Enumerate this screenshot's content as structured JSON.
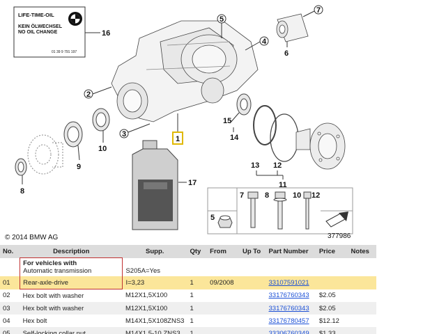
{
  "sticker": {
    "line1": "LIFE-TIME-OIL",
    "line2": "KEIN ÖLWECHSEL",
    "line3": "NO OIL CHANGE",
    "partno": "01 39 9 791 197"
  },
  "callouts": {
    "c1": "1",
    "c2": "2",
    "c3": "3",
    "c4": "4",
    "c5": "5",
    "c6": "6",
    "c7": "7",
    "c8": "8",
    "c9": "9",
    "c10": "10",
    "c11": "11",
    "c12": "12",
    "c13": "13",
    "c14": "14",
    "c15": "15",
    "c16": "16",
    "c17": "17",
    "box5": "5",
    "box7": "7",
    "box8": "8",
    "box10": "10",
    "box12": "12"
  },
  "footer": {
    "copyright": "© 2014 BMW AG",
    "diagram_ref": "377986"
  },
  "table": {
    "headers": {
      "no": "No.",
      "description": "Description",
      "supp": "Supp.",
      "qty": "Qty",
      "from": "From",
      "upto": "Up To",
      "part": "Part Number",
      "price": "Price",
      "notes": "Notes"
    },
    "condition": {
      "title": "For vehicles with",
      "subtitle": "Automatic transmission",
      "supp": "S205A=Yes"
    },
    "rows": [
      {
        "no": "01",
        "description": "Rear-axle-drive",
        "supp": "I=3,23",
        "qty": "1",
        "from": "09/2008",
        "upto": "",
        "part": "33107591021",
        "price": "",
        "notes": ""
      },
      {
        "no": "02",
        "description": "Hex bolt with washer",
        "supp": "M12X1,5X100",
        "qty": "1",
        "from": "",
        "upto": "",
        "part": "33176760343",
        "price": "$2.05",
        "notes": ""
      },
      {
        "no": "03",
        "description": "Hex bolt with washer",
        "supp": "M12X1,5X100",
        "qty": "1",
        "from": "",
        "upto": "",
        "part": "33176760343",
        "price": "$2.05",
        "notes": ""
      },
      {
        "no": "04",
        "description": "Hex bolt",
        "supp": "M14X1,5X108ZNS3",
        "qty": "1",
        "from": "",
        "upto": "",
        "part": "33176780457",
        "price": "$12.12",
        "notes": ""
      },
      {
        "no": "05",
        "description": "Self-locking collar nut",
        "supp": "M14X1,5-10 ZNS3",
        "qty": "1",
        "from": "",
        "upto": "",
        "part": "33306760349",
        "price": "$1.33",
        "notes": ""
      }
    ]
  },
  "colors": {
    "highlight": "#fbe69a",
    "link": "#1a4fd6",
    "selected_callout_border": "#e0b800"
  }
}
